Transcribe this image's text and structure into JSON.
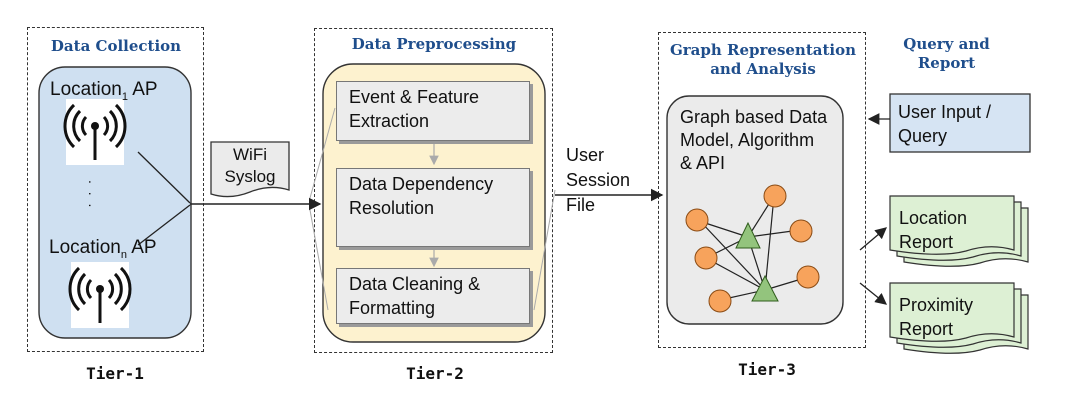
{
  "tier1": {
    "title": "Data Collection",
    "label": "Tier-1",
    "ap1": {
      "base": "Location",
      "sub": "1",
      "suffix": " AP"
    },
    "apn": {
      "base": "Location",
      "sub": "n",
      "suffix": " AP"
    },
    "ellipsis": ". . ."
  },
  "tier2": {
    "title": "Data Preprocessing",
    "label": "Tier-2",
    "steps": [
      "Event & Feature Extraction",
      "Data Dependency Resolution",
      "Data Cleaning & Formatting"
    ]
  },
  "tier3": {
    "title": "Graph Representation and Analysis",
    "label": "Tier-3",
    "model_text": "Graph based Data Model, Algorithm & API"
  },
  "query_report": {
    "title": "Query and Report",
    "user_input": "User Input / Query",
    "location_report": "Location Report",
    "proximity_report": "Proximity Report"
  },
  "wifi_syslog": "WiFi Syslog",
  "user_session_file": "User Session File",
  "colors": {
    "title_blue": "#1f4e8c",
    "collection_fill": "#cfe0f1",
    "preprocess_fill": "#fdf2cf",
    "query_fill": "#d6e4f3",
    "report_fill": "#ddf0d4",
    "node_orange": "#f7a35c",
    "triangle_green": "#93c47d"
  }
}
